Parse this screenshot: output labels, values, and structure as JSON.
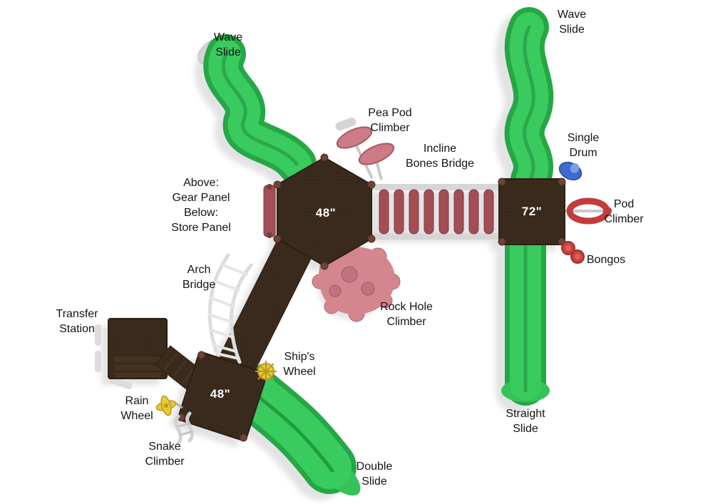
{
  "diagram": {
    "type": "playground-top-view",
    "labels": {
      "wave_slide_left": "Wave\nSlide",
      "wave_slide_right": "Wave\nSlide",
      "pea_pod_climber": "Pea Pod\nClimber",
      "incline_bones_bridge": "Incline\nBones Bridge",
      "single_drum": "Single\nDrum",
      "panel_note": "Above:\nGear Panel\nBelow:\nStore Panel",
      "pod_climber": "Pod\nClimber",
      "bongos": "Bongos",
      "arch_bridge": "Arch\nBridge",
      "rock_hole_climber": "Rock Hole\nClimber",
      "transfer_station": "Transfer\nStation",
      "ships_wheel": "Ship's\nWheel",
      "rain_wheel": "Rain\nWheel",
      "snake_climber": "Snake\nClimber",
      "double_slide": "Double\nSlide",
      "straight_slide": "Straight\nSlide"
    },
    "deck_sizes": {
      "center_hex": "48\"",
      "right_square": "72\"",
      "lower_square": "48\""
    },
    "colors": {
      "slide_green": "#2fbf54",
      "slide_green_dark": "#25a746",
      "slide_green_light": "#3acb5f",
      "deck_brown": "#3a2b1d",
      "accent_maroon": "#a04b55",
      "climber_pink": "#d4868f",
      "wheel_yellow": "#e8c838",
      "drum_blue": "#3f6bd0",
      "pod_red": "#c23c3c",
      "rail_grey": "#d6d6d6"
    }
  }
}
